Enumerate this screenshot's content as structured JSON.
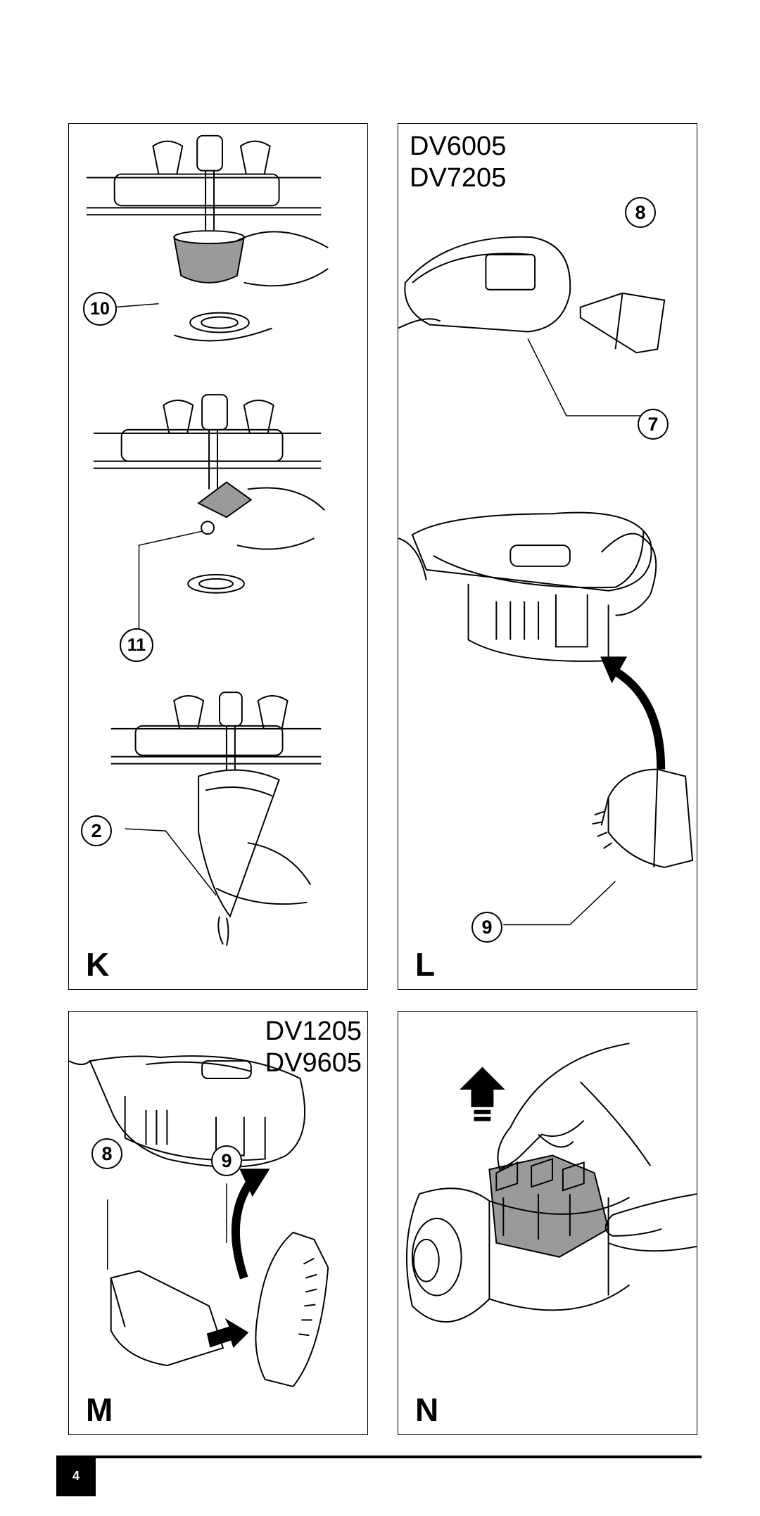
{
  "panels": {
    "k": {
      "letter": "K",
      "callouts": [
        "10",
        "11",
        "2"
      ]
    },
    "l": {
      "letter": "L",
      "models": [
        "DV6005",
        "DV7205"
      ],
      "callouts": [
        "8",
        "7",
        "9"
      ]
    },
    "m": {
      "letter": "M",
      "models": [
        "DV1205",
        "DV9605"
      ],
      "callouts": [
        "8",
        "9"
      ]
    },
    "n": {
      "letter": "N"
    }
  },
  "footer": {
    "page_number": "4"
  },
  "colors": {
    "ink": "#000000",
    "filter_gray": "#9a9a9a",
    "paper": "#ffffff"
  }
}
